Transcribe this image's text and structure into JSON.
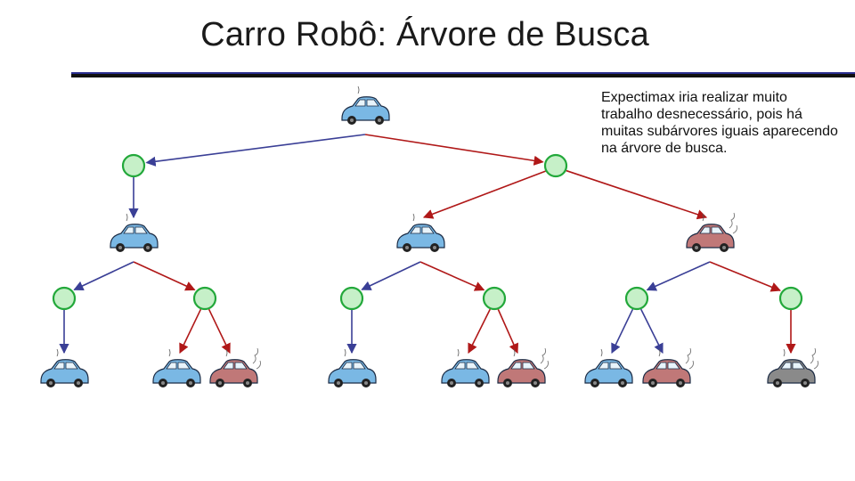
{
  "slide": {
    "title": "Carro Robô: Árvore de Busca",
    "note": "Expectimax iria realizar muito trabalho desnecessário, pois há muitas subárvores iguais aparecendo na árvore de busca."
  },
  "colors": {
    "max_edge": "#3a3f96",
    "chance_edge": "#b01818",
    "chance_node_fill": "#c6f0c8",
    "chance_node_stroke": "#22a83a",
    "car_blue": "#7ab8e4",
    "car_red": "#c07878",
    "car_gray": "#8a8a8a",
    "rule": "#2b2f8f"
  },
  "tree": {
    "node_types": [
      "car",
      "chance"
    ],
    "car_states": [
      "cool",
      "warm",
      "overheated"
    ],
    "edge_kinds": [
      "max",
      "chance"
    ]
  }
}
